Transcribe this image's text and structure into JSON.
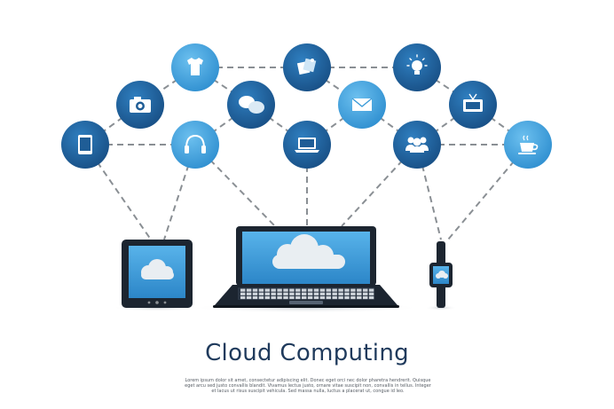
{
  "title": "Cloud Computing",
  "body_text": "Lorem ipsum dolor sit amet, consectetur adipiscing elit. Donec eget orci nec dolor pharetra hendrerit. Quisque eget arcu sed justo convallis blandit. Vivamus lectus justo, ornare vitae suscipit non, convallis in tellus. Integer et lacus ut risus suscipit vehicula. Sed massa nulla, luctus a placerat ut, congue id leo.",
  "colors": {
    "dark_blue": "#1f5d96",
    "light_blue": "#3b9bd8",
    "device_body": "#1c2530",
    "screen": "#3b9bd8",
    "cloud": "#e9eef2",
    "connector": "#8a8f94",
    "title_text": "#1f3a5c"
  },
  "nodes": [
    {
      "id": "tshirt",
      "icon": "tshirt-icon",
      "tone": "light"
    },
    {
      "id": "image",
      "icon": "image-icon",
      "tone": "dark"
    },
    {
      "id": "lightbulb",
      "icon": "lightbulb-icon",
      "tone": "dark"
    },
    {
      "id": "camera",
      "icon": "camera-icon",
      "tone": "dark"
    },
    {
      "id": "chat",
      "icon": "chat-bubbles-icon",
      "tone": "dark"
    },
    {
      "id": "mail",
      "icon": "mail-icon",
      "tone": "light"
    },
    {
      "id": "tv",
      "icon": "tv-icon",
      "tone": "dark"
    },
    {
      "id": "tablet",
      "icon": "tablet-icon",
      "tone": "dark"
    },
    {
      "id": "headphones",
      "icon": "headphones-icon",
      "tone": "light"
    },
    {
      "id": "laptop",
      "icon": "laptop-icon",
      "tone": "dark"
    },
    {
      "id": "users",
      "icon": "users-icon",
      "tone": "dark"
    },
    {
      "id": "coffee",
      "icon": "coffee-cup-icon",
      "tone": "light"
    }
  ],
  "devices": [
    {
      "id": "tablet",
      "icon": "tablet-device"
    },
    {
      "id": "laptop",
      "icon": "laptop-device"
    },
    {
      "id": "smartwatch",
      "icon": "smartwatch-device"
    }
  ]
}
